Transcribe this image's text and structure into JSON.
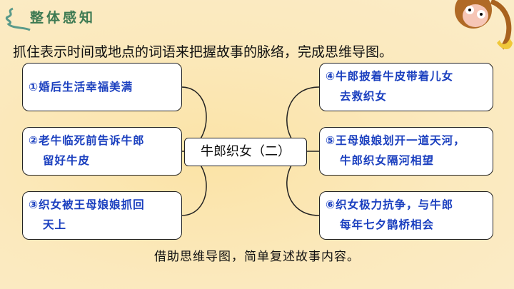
{
  "heading": "整体感知",
  "instruction": "抓住表示时间或地点的词语来把握故事的脉络，完成思维导图。",
  "center": "牛郎织女（二）",
  "left_nodes": [
    {
      "line1": "①婚后生活幸福美满",
      "line2": ""
    },
    {
      "line1": "②老牛临死前告诉牛郎",
      "line2": "留好牛皮"
    },
    {
      "line1": "③织女被王母娘娘抓回",
      "line2": "天上"
    }
  ],
  "right_nodes": [
    {
      "line1": "④牛郎披着牛皮带着儿女",
      "line2": "去救织女"
    },
    {
      "line1": "⑤王母娘娘划开一道天河，",
      "line2": "牛郎织女隔河相望"
    },
    {
      "line1": "⑥织女极力抗争，与牛郎",
      "line2": "每年七夕鹊桥相会"
    }
  ],
  "bottom_text": "借助思维导图，简单复述故事内容。",
  "colors": {
    "heading": "#3d7a52",
    "node_text": "#1a3fbf"
  }
}
